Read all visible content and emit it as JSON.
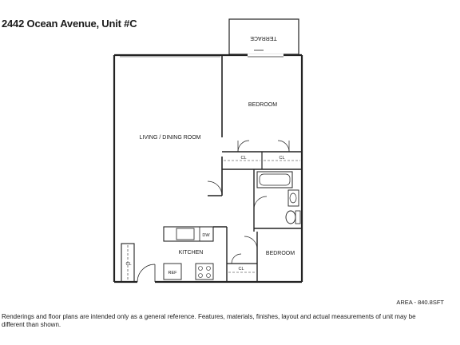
{
  "header": {
    "title": "2442 Ocean Avenue, Unit #C"
  },
  "plan": {
    "rooms": {
      "terrace": "TERRACE",
      "bedroom1": "BEDROOM",
      "living": "LIVING / DINING ROOM",
      "kitchen": "KITCHEN",
      "bedroom2": "BEDROOM"
    },
    "fixtures": {
      "closet1": "CL",
      "closet2": "CL",
      "closet3": "CL",
      "closet4": "CL",
      "dishwasher": "DW",
      "refrigerator": "REF"
    }
  },
  "footer": {
    "area": "AREA - 840.8SFT",
    "disclaimer": "Renderings and floor plans are intended only as a general reference. Features, materials, finishes, layout and actual measurements of unit may be different than shown."
  }
}
